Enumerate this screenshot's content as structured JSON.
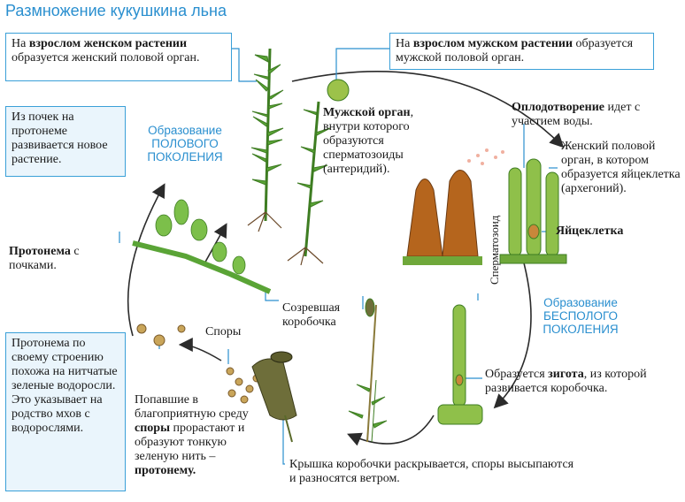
{
  "title": "Размножение кукушкина льна",
  "female_box": {
    "pre": "На ",
    "bold": "взрослом женском растении",
    "post": " образуется женский половой орган."
  },
  "male_box": {
    "pre": "На ",
    "bold": "взрослом мужском  растении",
    "post": " образуется мужской половой орган."
  },
  "buds_box": "Из почек на протонеме развивается новое растение.",
  "protonema_box": "Протонема по своему строению похожа на нитчатые зеленые водоросли. Это указывает на родство мхов с водорослями.",
  "sexual_gen": {
    "line1": "Образование",
    "line2": "ПОЛОВОГО",
    "line3": "ПОКОЛЕНИЯ"
  },
  "asexual_gen": {
    "line1": "Образование",
    "line2": "БЕСПОЛОГО",
    "line3": "ПОКОЛЕНИЯ"
  },
  "male_organ": {
    "bold": "Мужской орган",
    "rest": ", внутри которого образуются сперматозоиды (антеридий)."
  },
  "fertilization": {
    "bold": "Оплодотворение",
    "rest": " идет с участием воды."
  },
  "female_organ": "Женский половой орган, в котором образуется яйцеклетка (архегоний).",
  "egg_cell": "Яйцеклетка",
  "spermatozoid": "Сперматозоид",
  "protonema_label": {
    "bold": "Протонема",
    "rest": " с почками."
  },
  "spores_label": "Споры",
  "mature_capsule": "Созревшая коробочка",
  "zygote": {
    "pre": "Образуется ",
    "bold": "зигота",
    "post": ", из которой развивается коробочка."
  },
  "fallen_spores": {
    "pre": "Попавшие в благоприятную среду ",
    "bold1": "споры",
    "mid": " прорастают и образуют тонкую зеленую нить – ",
    "bold2": "протонему."
  },
  "capsule_lid": "Крышка коробочки раскрывается, споры высыпаются и разносятся ветром.",
  "colors": {
    "accent": "#2a8fcf",
    "box_fill": "#eaf5fc",
    "plant": "#4f9a2e",
    "archegonium": "#8fc04a",
    "antheridium": "#b5651d"
  }
}
